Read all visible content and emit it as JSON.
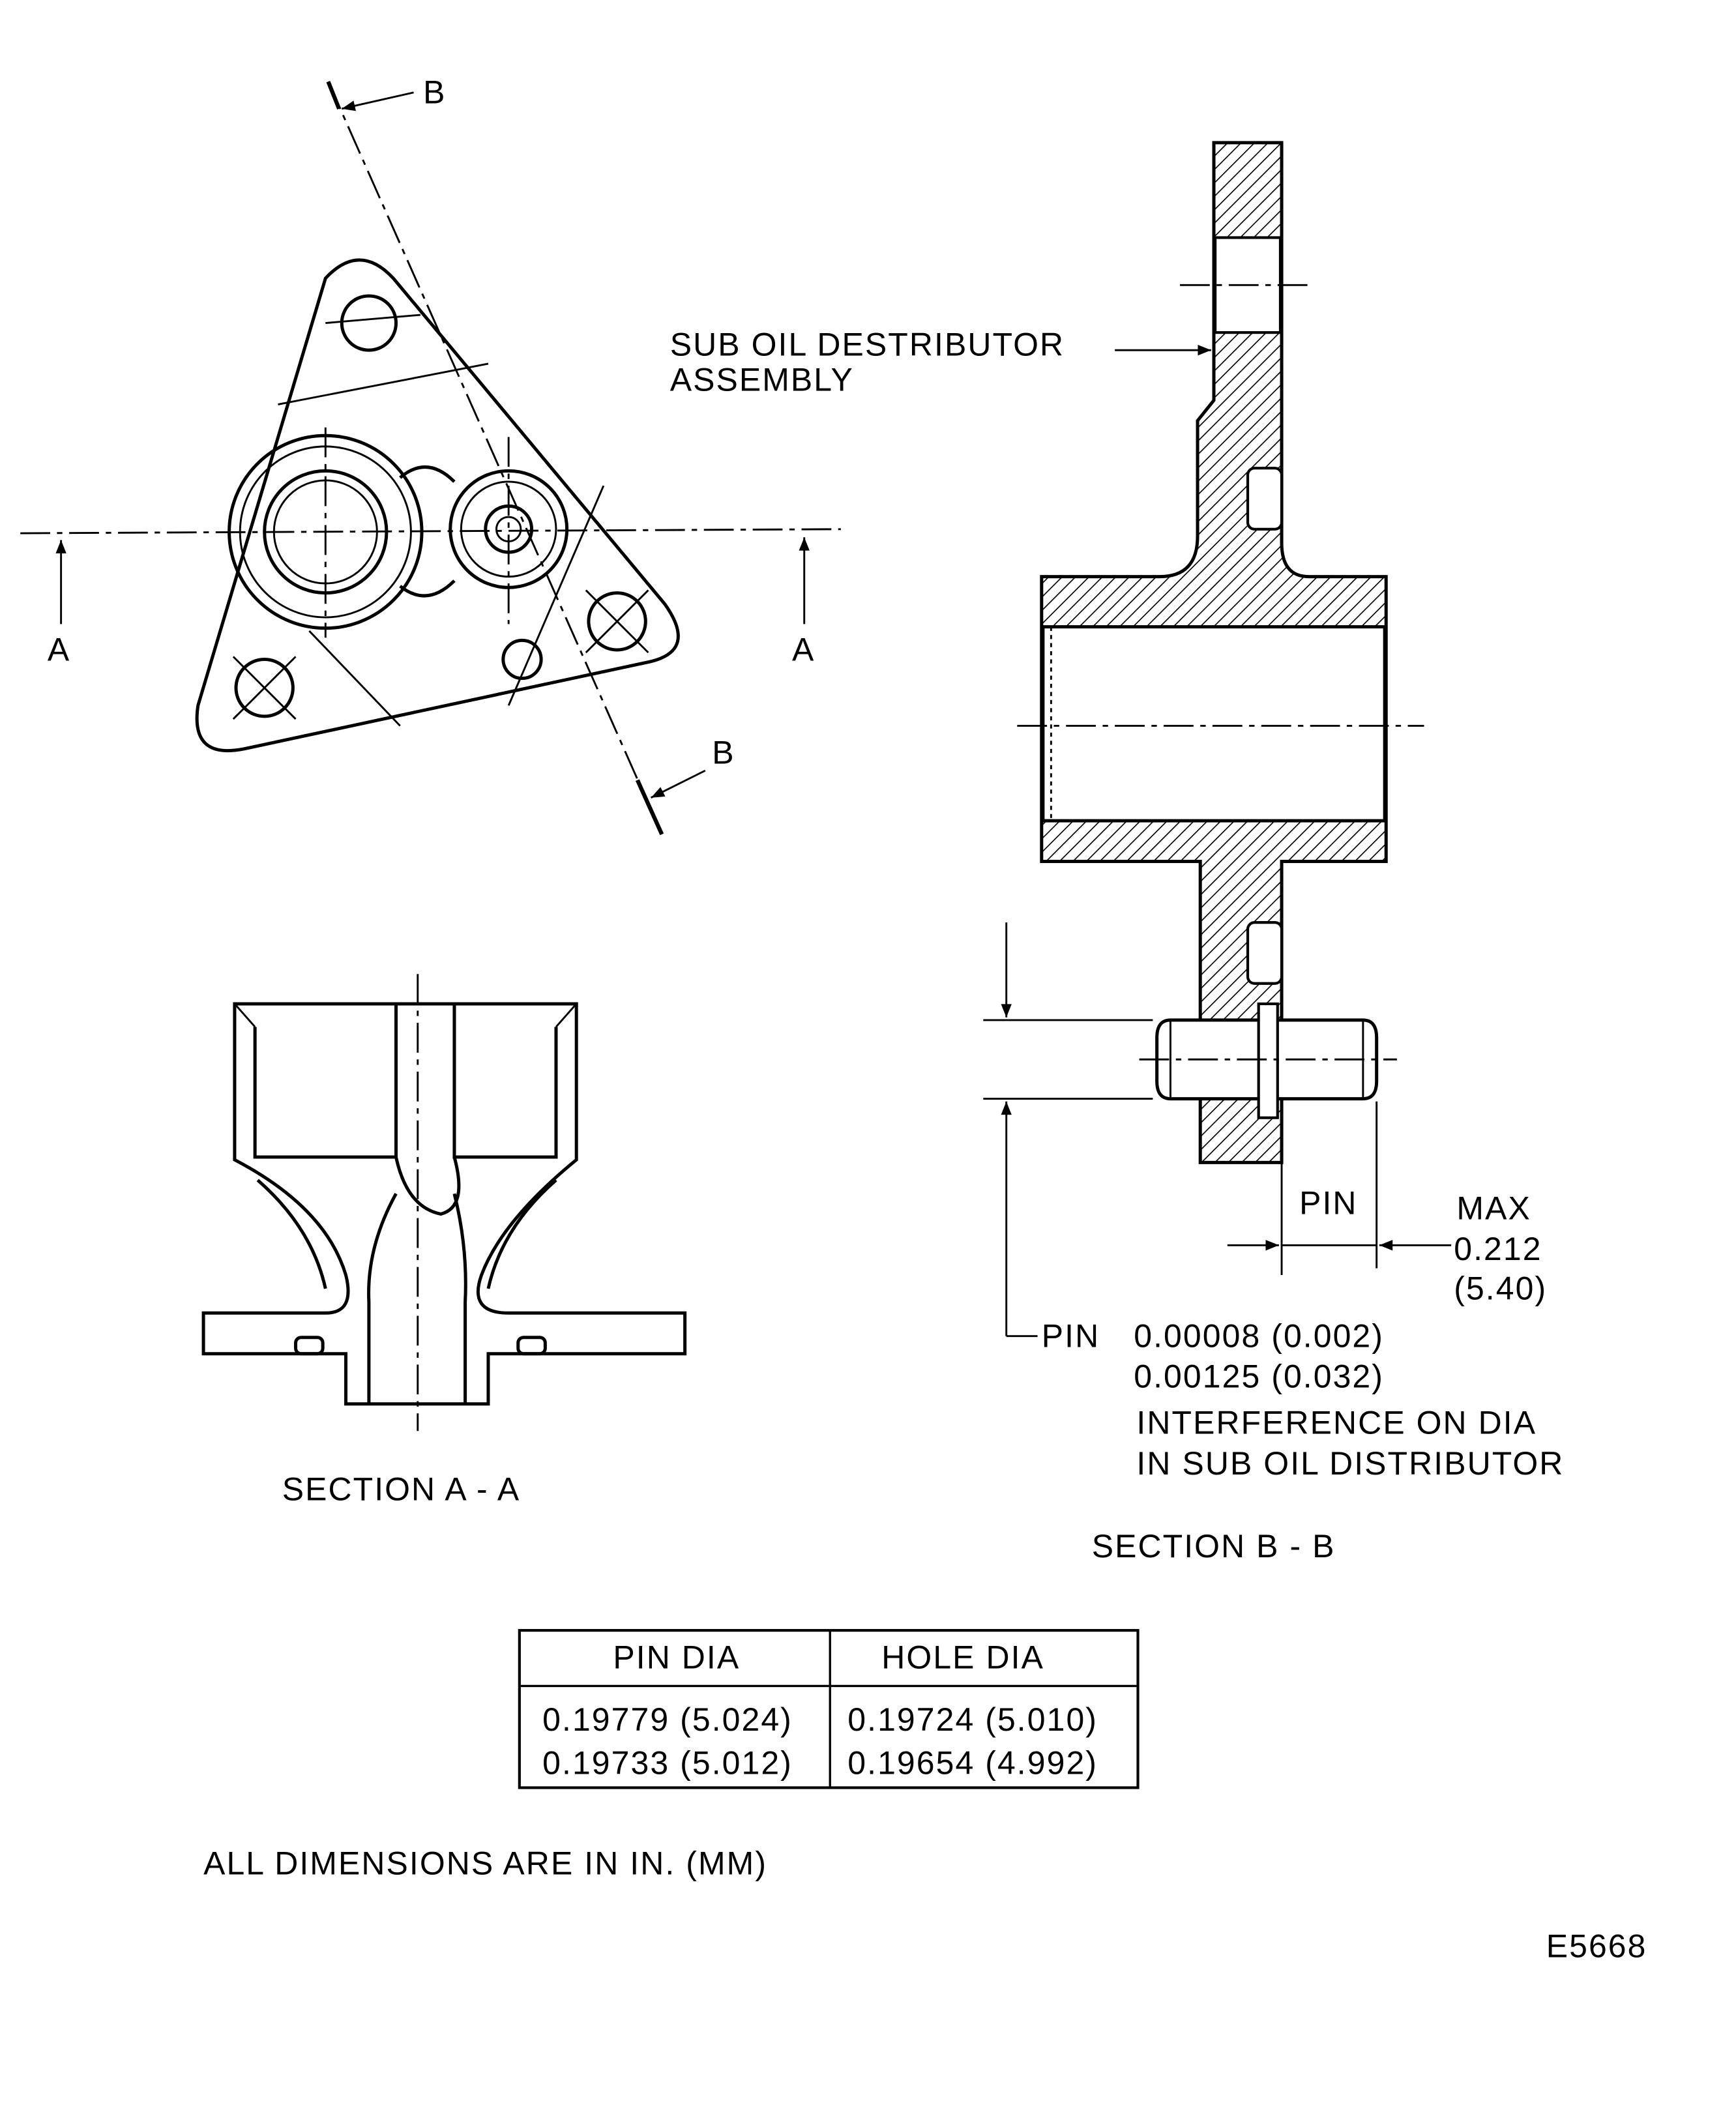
{
  "top_view": {
    "cut_a_left": "A",
    "cut_a_right": "A",
    "cut_b_top": "B",
    "cut_b_bottom": "B"
  },
  "section_aa": {
    "title": "SECTION  A - A"
  },
  "section_bb": {
    "title": "SECTION  B - B",
    "callout_line1": "SUB  OIL  DESTRIBUTOR",
    "callout_line2": "ASSEMBLY",
    "pin_label": "PIN",
    "max_label": "MAX",
    "max_in": "0.212",
    "max_mm": "(5.40)",
    "interference_pin": "PIN",
    "interference_min": "0.00008 (0.002)",
    "interference_max": "0.00125 (0.032)",
    "note_line1": "INTERFERENCE  ON  DIA",
    "note_line2": "IN  SUB  OIL  DISTRIBUTOR"
  },
  "table": {
    "headers": [
      "PIN  DIA",
      "HOLE  DIA"
    ],
    "rows": [
      [
        "0.19779  (5.024)",
        "0.19724  (5.010)"
      ],
      [
        "0.19733  (5.012)",
        "0.19654  (4.992)"
      ]
    ]
  },
  "units_note": "ALL  DIMENSIONS  ARE  IN  IN.  (MM)",
  "figure_id": "E5668"
}
